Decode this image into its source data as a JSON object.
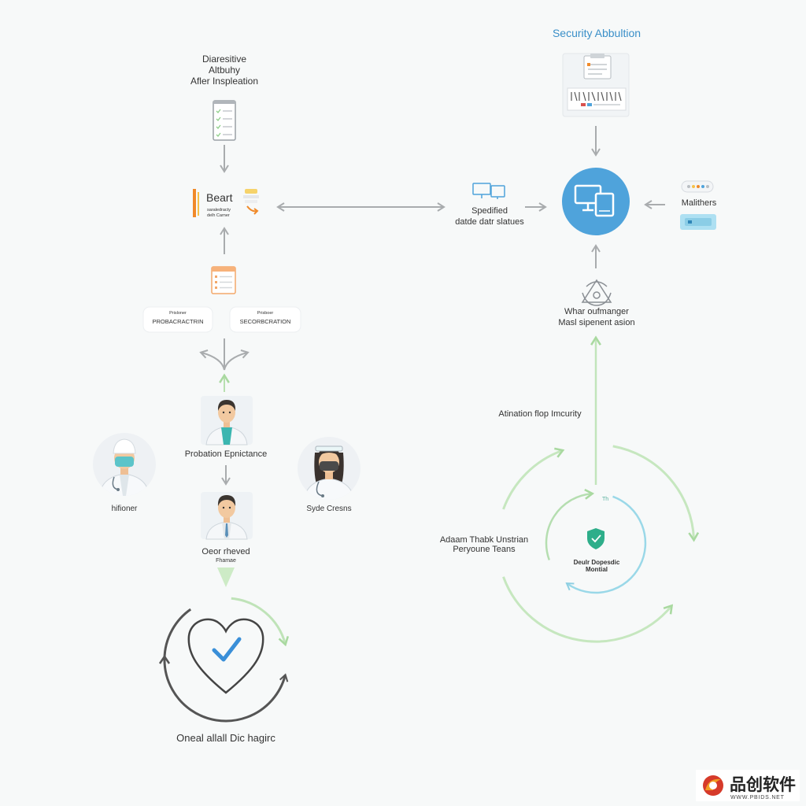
{
  "left_column": {
    "top_label": [
      "Diaresitive",
      "Altbuhy",
      "Afler Inspleation"
    ],
    "beart": {
      "title": "Beart",
      "line1": "saraledracty",
      "line2": "delh Carner"
    },
    "pills": [
      {
        "tag": "Prisloner",
        "label": "PROBACRACTRIN"
      },
      {
        "tag": "Prisboer",
        "label": "SECORBCRATION"
      }
    ],
    "staff_center_1": "Probation Epnictance",
    "staff_left": "hifioner",
    "staff_right": "Syde Cresns",
    "staff_center_2": {
      "title": "Oeor rheved",
      "sub": "Fhamae"
    },
    "bottom_label": "Oneal allall Dic hagirc"
  },
  "right_column": {
    "title": "Security Abbultion",
    "specified": [
      "Spedified",
      "datde datr slatues"
    ],
    "side_label": "Malithers",
    "mid_label": [
      "Whar oufmanger",
      "Masl sipenent asion"
    ],
    "loop_label": "Atination flop Imcurity",
    "cycle_left": [
      "Adaam Thabk Unstrian",
      "Peryoune Teans"
    ],
    "cycle_center": [
      "Deulr Dopesdic",
      "Montial"
    ],
    "cycle_tag": "Th"
  },
  "watermark": {
    "brand": "品创软件",
    "url": "WWW.PBIDS.NET"
  },
  "colors": {
    "background": "#f7f9f9",
    "accent_blue": "#4fa3db",
    "title_blue": "#3a8fc8",
    "flow_green": "#b8e0b0",
    "cycle_cyan": "#9ad8e8",
    "arrow_gray": "#a9acae",
    "icon_orange": "#f08a2a",
    "shield_green": "#2eae8a",
    "check_blue": "#3a8fd8"
  },
  "icons": [
    "checklist-icon",
    "document-icon",
    "monitor-icon",
    "recycle-icon",
    "shield-icon",
    "heart-check-icon",
    "doctor-avatar",
    "nurse-avatar"
  ]
}
